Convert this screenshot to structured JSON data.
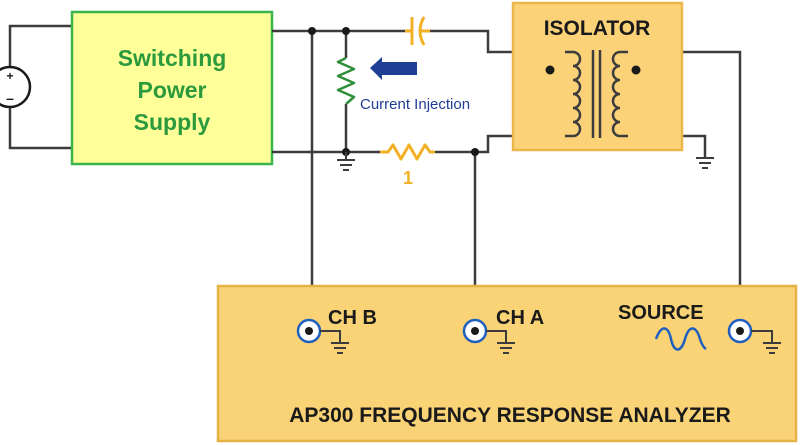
{
  "colors": {
    "wire": "#3c3c3c",
    "box_fill": "#ffff99",
    "box_stroke": "#39b54a",
    "green_text": "#2b9a3c",
    "isolator_fill": "#fbd278",
    "isolator_stroke": "#eab84a",
    "analyzer_fill": "#f9d375",
    "analyzer_stroke": "#e4b245",
    "accent_orange": "#f2b124",
    "resistor_green": "#2f8f3a",
    "arrow_blue": "#1f3f95",
    "port_blue": "#1f5fbf",
    "black": "#1a1a1a"
  },
  "power_supply": {
    "line1": "Switching",
    "line2": "Power",
    "line3": "Supply"
  },
  "voltage_source": {
    "plus": "+",
    "minus": "–"
  },
  "isolator": {
    "title": "ISOLATOR"
  },
  "injection": {
    "label": "Current Injection"
  },
  "resistor": {
    "value": "1"
  },
  "analyzer": {
    "title": "AP300 FREQUENCY RESPONSE ANALYZER",
    "ports": {
      "ch_b": "CH B",
      "ch_a": "CH A",
      "source": "SOURCE"
    }
  }
}
